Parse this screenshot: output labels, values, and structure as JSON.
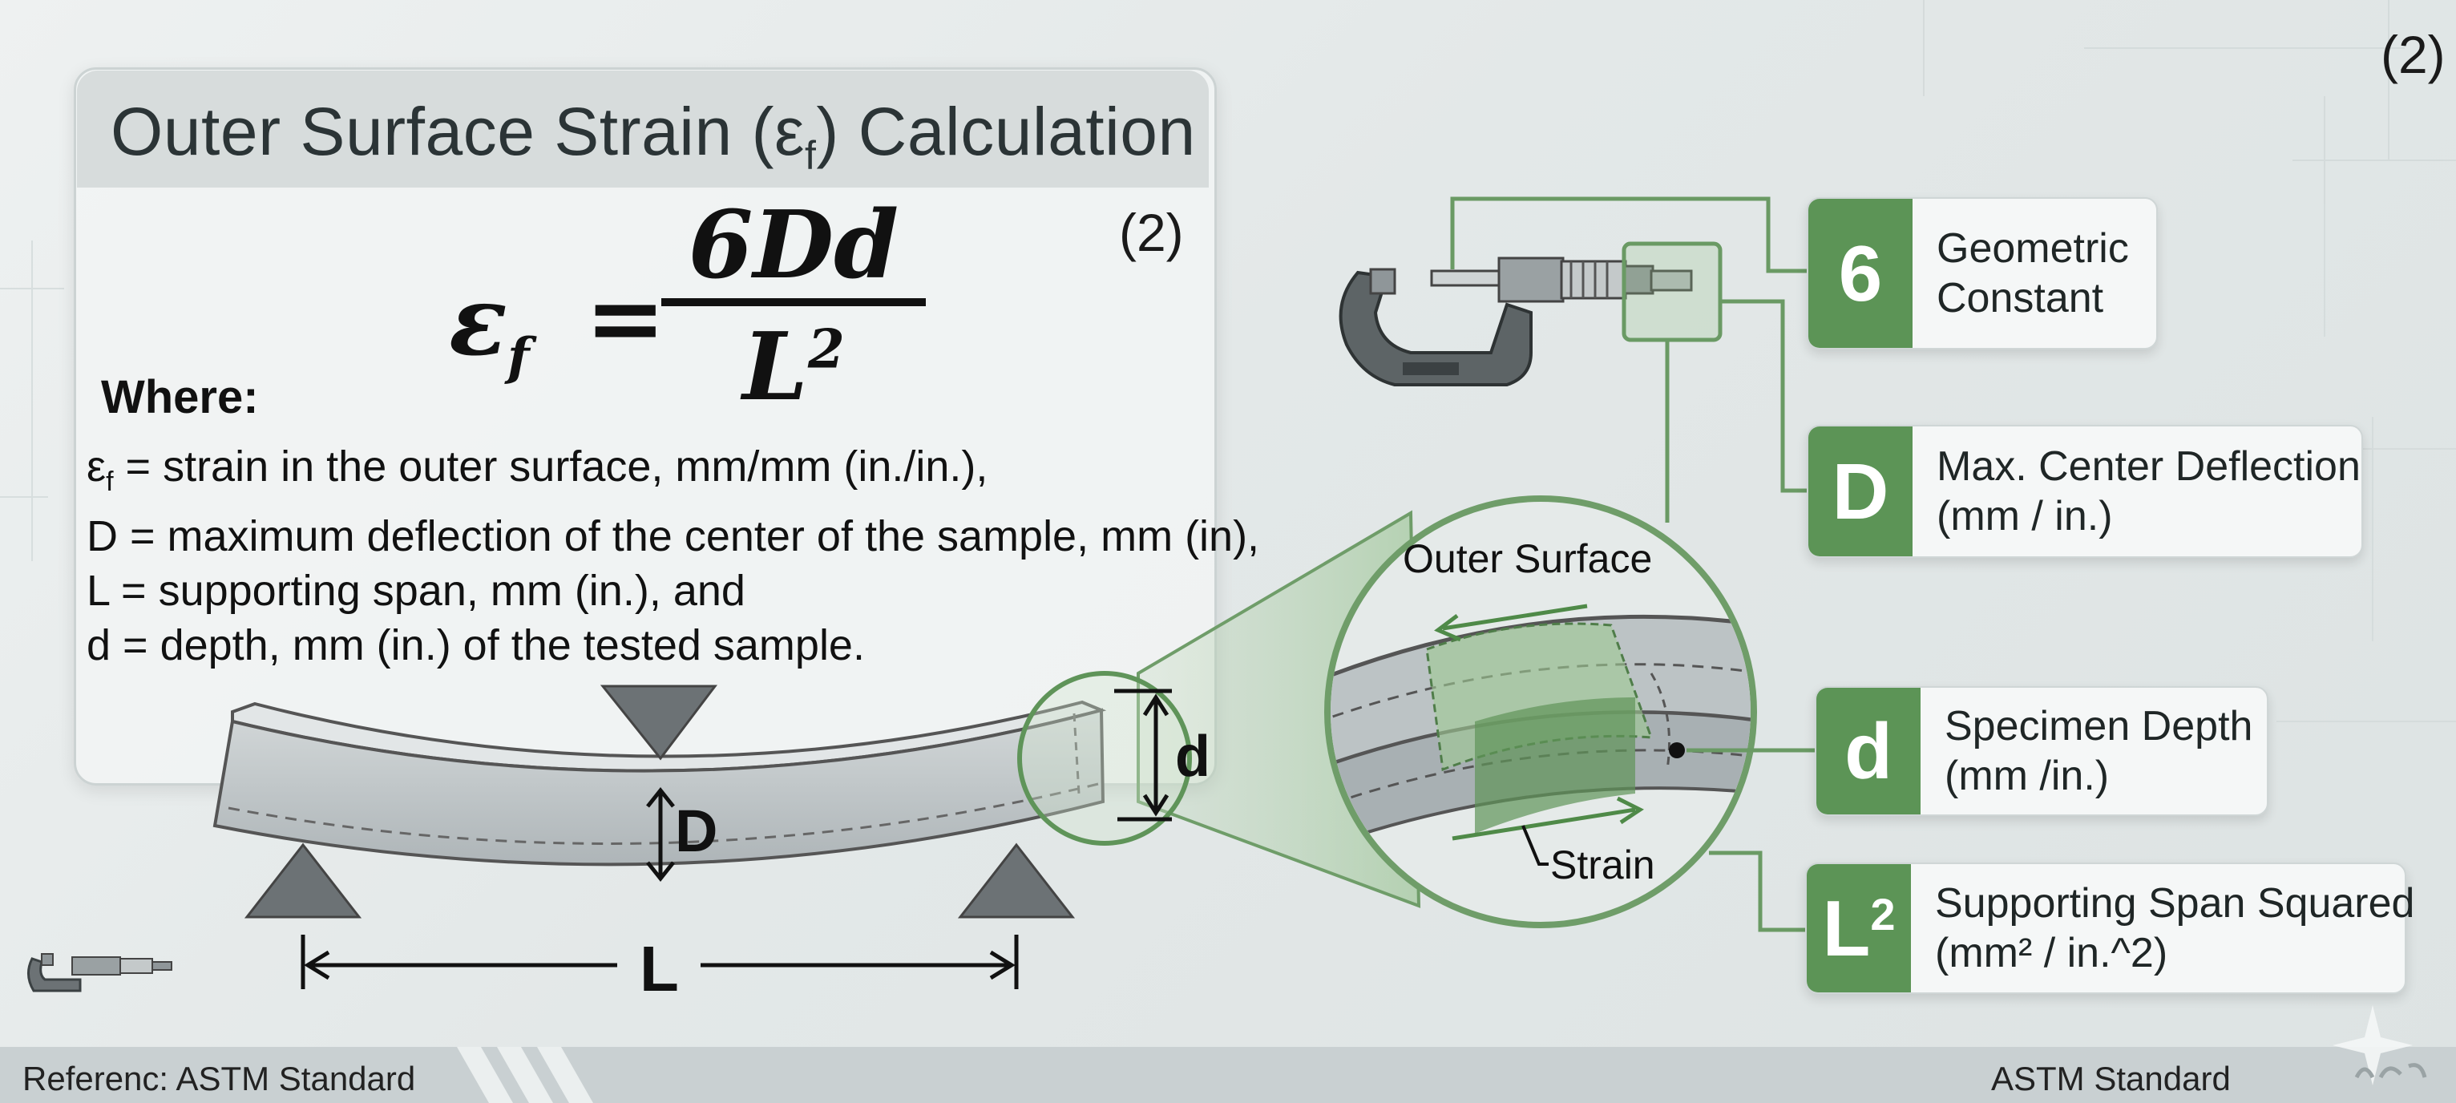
{
  "page_number": "(2)",
  "title": {
    "prefix": "Outer Surface Strain (ε",
    "sub": "f",
    "suffix": ") Calculation"
  },
  "equation_number": "(2)",
  "formula": {
    "lhs": "ε",
    "lhs_sub": "f",
    "equals": "=",
    "numerator": "6Dd",
    "denominator": "L",
    "denominator_sup": "2"
  },
  "where_label": "Where:",
  "definitions": {
    "strain": {
      "sym": "ε",
      "sub": "f",
      "text": " = strain in the outer surface, mm/mm (in./in.),"
    },
    "deflection": "D = maximum deflection of the center of the sample, mm (in),",
    "span": "L = supporting span, mm (in.), and",
    "depth": "d = depth, mm (in.) of the tested sample."
  },
  "diagram_labels": {
    "deflection": "D",
    "span": "L",
    "depth": "d",
    "outer_surface": "Outer Surface",
    "strain": "Strain"
  },
  "legend": [
    {
      "symbol": "6",
      "sup": "",
      "line1": "Geometric",
      "line2": "Constant"
    },
    {
      "symbol": "D",
      "sup": "",
      "line1": "Max. Center Deflection",
      "line2": "(mm / in.)"
    },
    {
      "symbol": "d",
      "sup": "",
      "line1": "Specimen Depth",
      "line2": "(mm /in.)"
    },
    {
      "symbol": "L",
      "sup": "2",
      "line1": "Supporting Span Squared",
      "line2": "(mm² / in.^2)"
    }
  ],
  "footer": {
    "left": "Referenc: ASTM Standard",
    "right": "ASTM Standard"
  },
  "colors": {
    "accent_green": "#5c9456",
    "beam_gray": "#bfc6c8",
    "support_gray": "#6c7275"
  },
  "icons": [
    "micrometer-icon",
    "mini-micrometer-icon",
    "brand-logo-icon"
  ]
}
